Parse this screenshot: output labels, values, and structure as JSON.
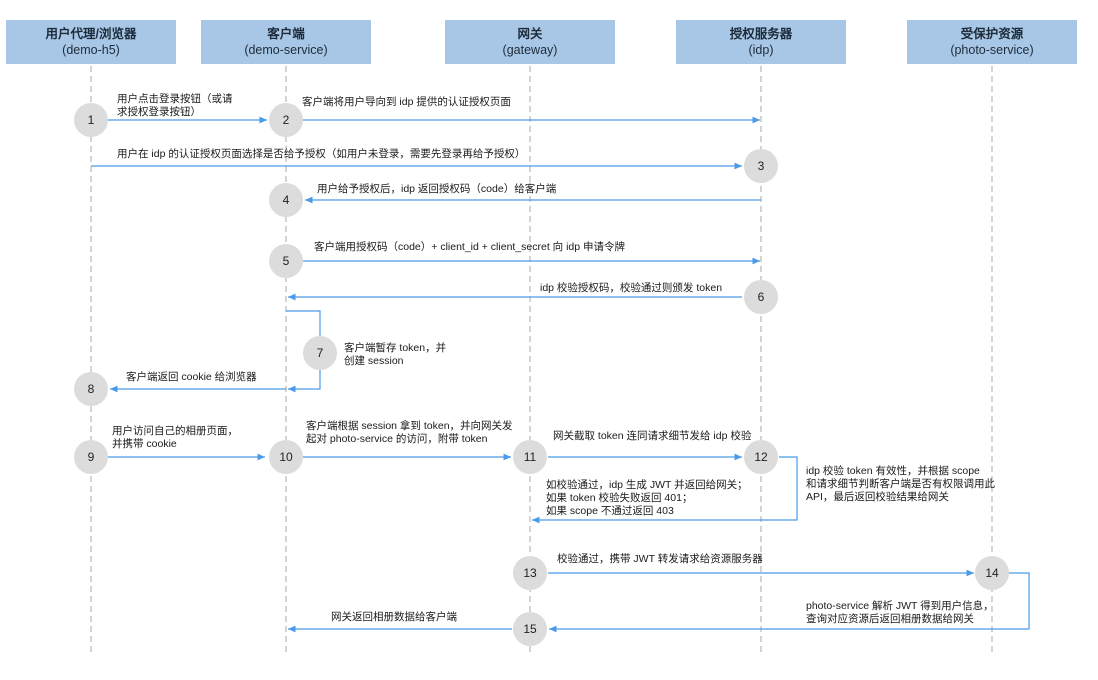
{
  "lanes": [
    {
      "title": "用户代理/浏览器",
      "subtitle": "(demo-h5)"
    },
    {
      "title": "客户端",
      "subtitle": "(demo-service)"
    },
    {
      "title": "网关",
      "subtitle": "(gateway)"
    },
    {
      "title": "授权服务器",
      "subtitle": "(idp)"
    },
    {
      "title": "受保护资源",
      "subtitle": "(photo-service)"
    }
  ],
  "steps": [
    "1",
    "2",
    "3",
    "4",
    "5",
    "6",
    "7",
    "8",
    "9",
    "10",
    "11",
    "12",
    "13",
    "14",
    "15"
  ],
  "notes": {
    "n1_line1": "用户点击登录按钮（或请",
    "n1_line2": "求授权登录按钮）",
    "n2": "客户端将用户导向到 idp 提供的认证授权页面",
    "n3": "用户在 idp 的认证授权页面选择是否给予授权（如用户未登录，需要先登录再给予授权）",
    "n4": "用户给予授权后，idp 返回授权码（code）给客户端",
    "n5": "客户端用授权码（code）+ client_id + client_secret 向 idp 申请令牌",
    "n6": "idp 校验授权码，校验通过则颁发 token",
    "n7_line1": "客户端暂存  token，并",
    "n7_line2": "创建 session",
    "n8": "客户端返回 cookie 给浏览器",
    "n9_line1": "用户访问自己的相册页面，",
    "n9_line2": "并携带 cookie",
    "n10_line1": "客户端根据 session 拿到 token，并向网关发",
    "n10_line2": "起对 photo-service 的访问，附带 token",
    "n11": "网关截取 token 连同请求细节发给 idp 校验",
    "n12_line1": "idp 校验 token 有效性，并根据 scope",
    "n12_line2": "和请求细节判断客户端是否有权限调用此",
    "n12_line3": "API，最后返回校验结果给网关",
    "n12b_line1": "如校验通过，idp 生成 JWT 并返回给网关；",
    "n12b_line2": "如果 token 校验失败返回 401；",
    "n12b_line3": "如果 scope 不通过返回 403",
    "n13": "校验通过，携带 JWT 转发请求给资源服务器",
    "n14_line1": "photo-service 解析 JWT 得到用户信息，",
    "n14_line2": "查询对应资源后返回相册数据给网关",
    "n15": "网关返回相册数据给客户端"
  },
  "colors": {
    "lane_header": "#a8c7e6",
    "arrow": "#4a9ae8",
    "lifeline": "#a8a8a8",
    "step_fill": "#dcdcdc"
  }
}
